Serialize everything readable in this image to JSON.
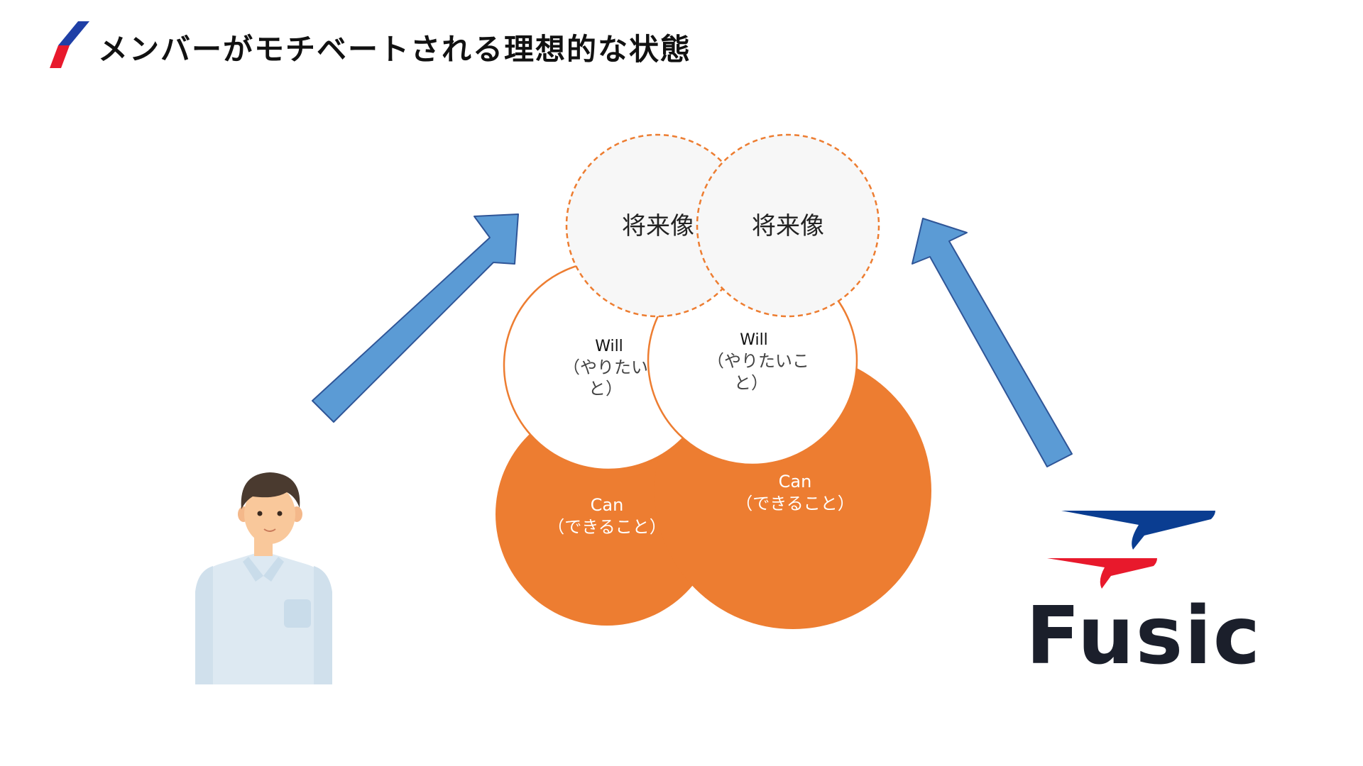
{
  "slide": {
    "title": "メンバーがモチベートされる理想的な状態"
  },
  "member": {
    "future_label": "将来像",
    "will_line1": "Will",
    "will_line2": "（やりたい",
    "will_line3": "と）",
    "can_line1": "Can",
    "can_line2": "（できること）"
  },
  "company": {
    "future_label": "将来像",
    "will_line1": "Will",
    "will_line2": "（やりたいこ",
    "will_line3": "と）",
    "can_line1": "Can",
    "can_line2": "（できること）",
    "logo_text": "Fusic"
  },
  "colors": {
    "orange": "#ED7D31",
    "arrow_blue": "#5B9BD5",
    "logo_blue": "#0A3D91",
    "logo_red": "#E8192C",
    "logo_text": "#1B1F2B"
  },
  "icons": {
    "person": "person-illustration",
    "logo": "fusic-logo"
  }
}
